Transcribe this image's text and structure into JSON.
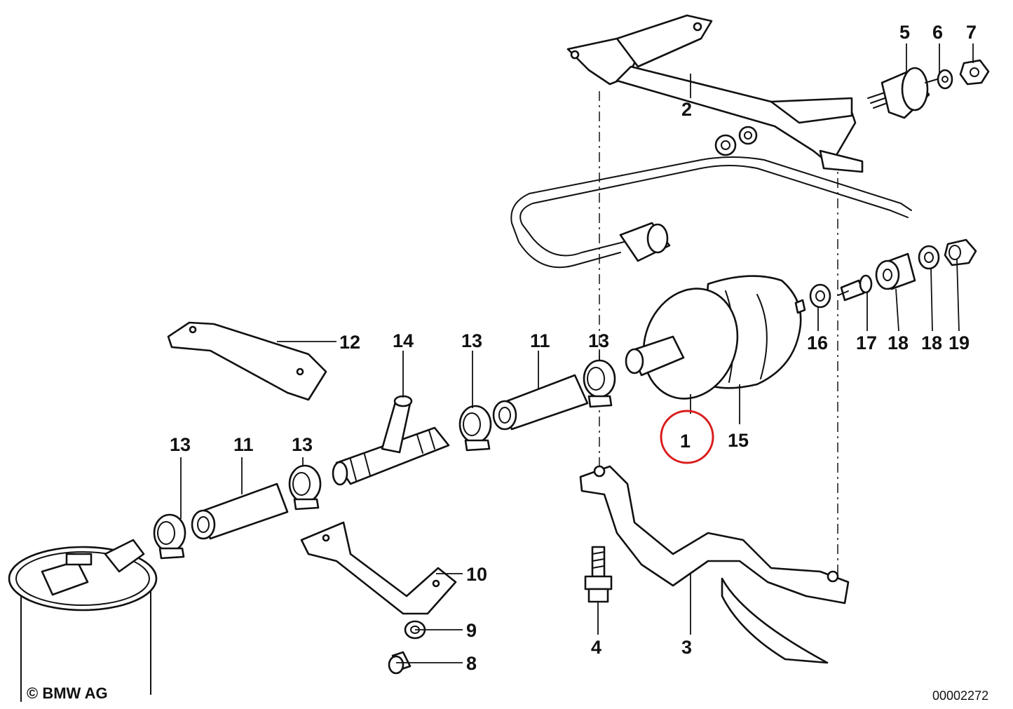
{
  "callouts": {
    "c1": "1",
    "c2": "2",
    "c3": "3",
    "c4": "4",
    "c5": "5",
    "c6": "6",
    "c7": "7",
    "c8": "8",
    "c9": "9",
    "c10": "10",
    "c11a": "11",
    "c11b": "11",
    "c12": "12",
    "c13a": "13",
    "c13b": "13",
    "c13c": "13",
    "c13d": "13",
    "c14": "14",
    "c15": "15",
    "c16": "16",
    "c17": "17",
    "c18a": "18",
    "c18b": "18",
    "c19": "19"
  },
  "copyright": "© BMW AG",
  "reference_code": "00002272",
  "highlight": {
    "callout": "1",
    "color": "#d91c1c"
  }
}
